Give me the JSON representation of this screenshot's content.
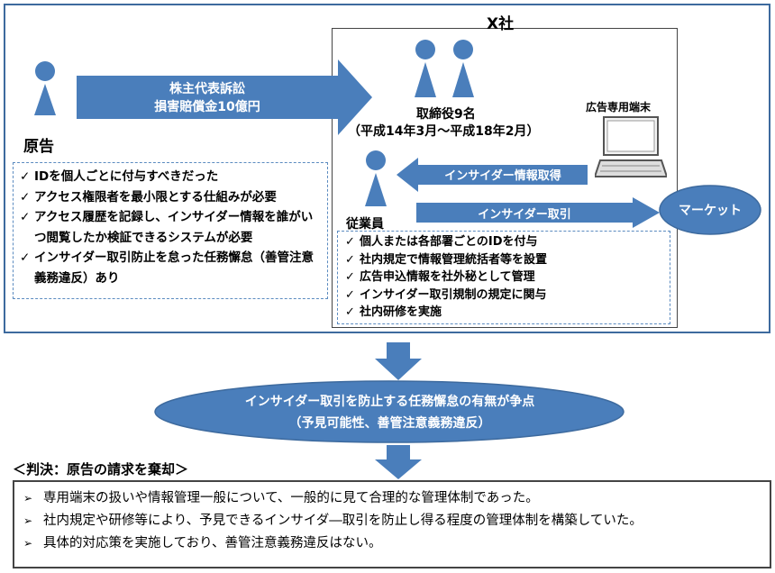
{
  "company_label": "X社",
  "plaintiff": {
    "label": "原告"
  },
  "lawsuit_arrow": {
    "line1": "株主代表訴訟",
    "line2": "損害賠償金10億円"
  },
  "directors": {
    "label": "取締役9名",
    "period": "（平成14年3月～平成18年2月）"
  },
  "terminal": {
    "label": "広告専用端末"
  },
  "employee": {
    "label": "従業員"
  },
  "insider_info_arrow": {
    "label": "インサイダー情報取得"
  },
  "insider_trade_arrow": {
    "label": "インサイダー取引"
  },
  "market": {
    "label": "マーケット"
  },
  "plaintiff_claims": [
    "IDを個人ごとに付与すべきだった",
    "アクセス権限者を最小限とする仕組みが必要",
    "アクセス履歴を記録し、インサイダー情報を誰がいつ閲覧したか検証できるシステムが必要",
    "インサイダー取引防止を怠った任務懈怠（善管注意義務違反）あり"
  ],
  "company_measures": [
    "個人または各部署ごとのIDを付与",
    "社内規定で情報管理統括者等を設置",
    "広告申込情報を社外秘として管理",
    "インサイダー取引規制の規定に関与",
    "社内研修を実施"
  ],
  "check_mark": "✓",
  "issue": {
    "line1": "インサイダー取引を防止する任務懈怠の有無が争点",
    "line2": "（予見可能性、善管注意義務違反）"
  },
  "judgment": {
    "title": "＜判決：原告の請求を棄却＞",
    "bullet": "➢",
    "items": [
      "専用端末の扱いや情報管理一般について、一般的に見て合理的な管理体制であった。",
      "社内規定や研修等により、予見できるインサイダ―取引を防止し得る程度の管理体制を構築していた。",
      "具体的対応策を実施しており、善管注意義務違反はない。"
    ]
  },
  "colors": {
    "accent": "#4a7ebb",
    "border": "#3d6a9e",
    "dashed": "#5b8bc0"
  }
}
